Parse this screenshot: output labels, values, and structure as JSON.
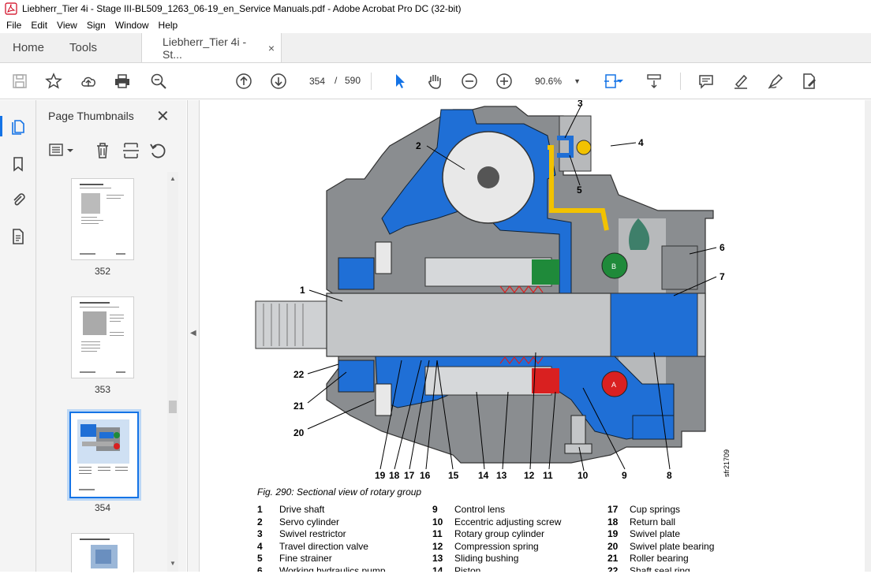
{
  "window": {
    "title": "Liebherr_Tier 4i - Stage III-BL509_1263_06-19_en_Service Manuals.pdf - Adobe Acrobat Pro DC (32-bit)"
  },
  "menu": [
    "File",
    "Edit",
    "View",
    "Sign",
    "Window",
    "Help"
  ],
  "tabs": {
    "home": "Home",
    "tools": "Tools",
    "document": "Liebherr_Tier 4i - St...",
    "close_glyph": "×"
  },
  "toolbar": {
    "current_page": "354",
    "page_separator": "/",
    "total_pages": "590",
    "zoom": "90.6%"
  },
  "thumbnail_panel": {
    "title": "Page Thumbnails",
    "close_glyph": "✕",
    "pages": [
      {
        "label": "352"
      },
      {
        "label": "353"
      },
      {
        "label": "354",
        "selected": true
      },
      {
        "label": ""
      }
    ]
  },
  "figure": {
    "caption": "Fig. 290: Sectional view of rotary group",
    "side_code": "sfr21709",
    "callouts": [
      "1",
      "2",
      "3",
      "4",
      "5",
      "6",
      "7",
      "8",
      "9",
      "10",
      "11",
      "12",
      "13",
      "14",
      "15",
      "16",
      "17",
      "18",
      "19",
      "20",
      "21",
      "22"
    ],
    "legend": {
      "col1": [
        {
          "num": "1",
          "text": "Drive shaft"
        },
        {
          "num": "2",
          "text": "Servo cylinder"
        },
        {
          "num": "3",
          "text": "Swivel restrictor"
        },
        {
          "num": "4",
          "text": "Travel direction valve"
        },
        {
          "num": "5",
          "text": "Fine strainer"
        },
        {
          "num": "6",
          "text": "Working hydraulics pump"
        }
      ],
      "col2": [
        {
          "num": "9",
          "text": "Control lens"
        },
        {
          "num": "10",
          "text": "Eccentric adjusting screw"
        },
        {
          "num": "11",
          "text": "Rotary group cylinder"
        },
        {
          "num": "12",
          "text": "Compression spring"
        },
        {
          "num": "13",
          "text": "Sliding bushing"
        },
        {
          "num": "14",
          "text": "Piston"
        }
      ],
      "col3": [
        {
          "num": "17",
          "text": "Cup springs"
        },
        {
          "num": "18",
          "text": "Return ball"
        },
        {
          "num": "19",
          "text": "Swivel plate"
        },
        {
          "num": "20",
          "text": "Swivel plate bearing"
        },
        {
          "num": "21",
          "text": "Roller bearing"
        },
        {
          "num": "22",
          "text": "Shaft seal ring"
        }
      ]
    }
  },
  "colors": {
    "accent": "#1473e6",
    "housing": "#8a8d90",
    "oil_blue": "#1f6fd6",
    "oil_red": "#d92020",
    "oil_green": "#1f8a3a",
    "oil_yellow": "#f2c200"
  }
}
